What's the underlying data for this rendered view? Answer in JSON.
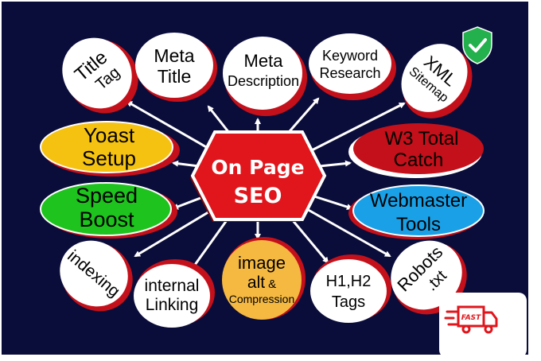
{
  "colors": {
    "background": "#0a0c3a",
    "bubble_fill": "#ffffff",
    "bubble_shadow": "#c4101a",
    "center_fill": "#e0161c",
    "arrow": "#ffffff",
    "yellow": "#f5c211",
    "green": "#1ec31e",
    "red": "#c4101a",
    "blue": "#1aa0e6",
    "orange_circle": "#f5b942",
    "shield_green": "#22b14c"
  },
  "center": {
    "line1": "On Page",
    "line2": "SEO"
  },
  "bubbles": {
    "title_tag": {
      "line1": "Title",
      "line2": "Tag"
    },
    "meta_title": {
      "line1": "Meta",
      "line2": "Title"
    },
    "meta_description": {
      "line1": "Meta",
      "line2": "Description"
    },
    "keyword_research": {
      "line1": "Keyword",
      "line2": "Research"
    },
    "xml_sitemap": {
      "line1": "XML",
      "line2": "Sitemap"
    },
    "yoast_setup": {
      "line1": "Yoast",
      "line2": "Setup"
    },
    "w3_total_catch": {
      "line1": "W3 Total",
      "line2": "Catch"
    },
    "speed_boost": {
      "line1": "Speed",
      "line2": "Boost"
    },
    "webmaster_tools": {
      "line1": "Webmaster",
      "line2": "Tools"
    },
    "indexing": {
      "line1": "indexing"
    },
    "internal_linking": {
      "line1": "internal",
      "line2": "Linking"
    },
    "image_alt": {
      "line1": "image",
      "line2": "alt",
      "amp": "&",
      "line3": "Compression"
    },
    "h1_h2_tags": {
      "line1": "H1,H2",
      "line2": "Tags"
    },
    "robots_txt": {
      "line1": "Robots",
      "line2": ".txt"
    }
  },
  "badges": {
    "shield": {
      "icon": "shield-check-icon"
    },
    "fast": {
      "icon": "fast-delivery-truck-icon",
      "label": "FAST"
    }
  }
}
